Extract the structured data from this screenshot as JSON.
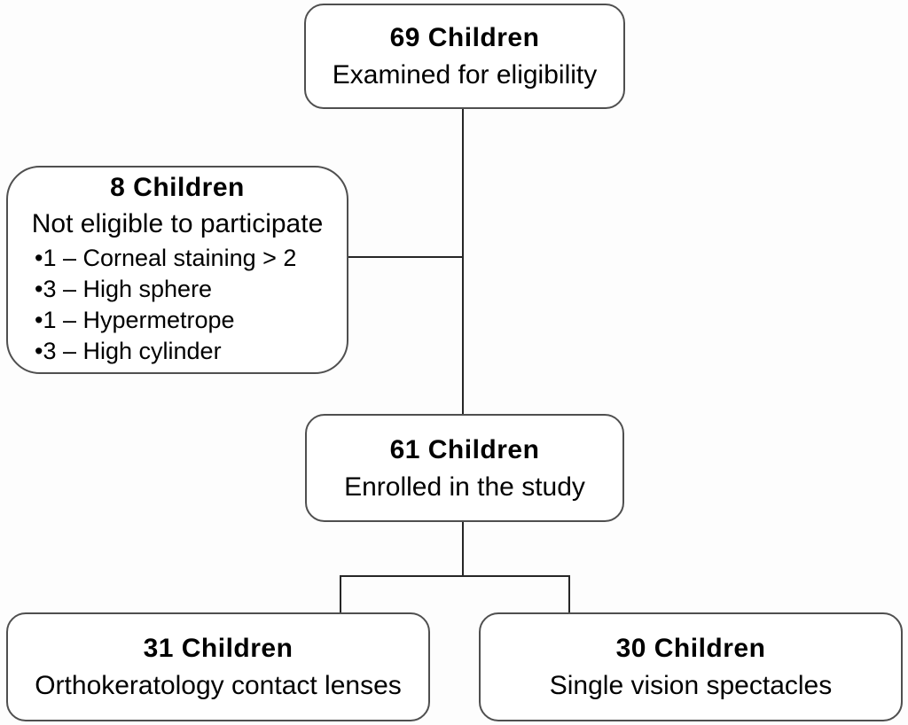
{
  "diagram": {
    "colors": {
      "page_bg": "#fdfdfd",
      "box_fill": "#ffffff",
      "box_border": "#4f4f4f",
      "connector": "#262626",
      "text": "#000000"
    },
    "boxes": {
      "eligibility": {
        "count": "69 Children",
        "label": "Examined for eligibility"
      },
      "not_eligible": {
        "count": "8 Children",
        "label": "Not eligible to participate",
        "reasons": [
          "•1 – Corneal staining > 2",
          "•3 – High sphere",
          "•1 – Hypermetrope",
          "•3 – High cylinder"
        ]
      },
      "enrolled": {
        "count": "61 Children",
        "label": "Enrolled in the study"
      },
      "orthokeratology": {
        "count": "31 Children",
        "label": "Orthokeratology contact lenses"
      },
      "spectacles": {
        "count": "30 Children",
        "label": "Single vision spectacles"
      }
    }
  }
}
